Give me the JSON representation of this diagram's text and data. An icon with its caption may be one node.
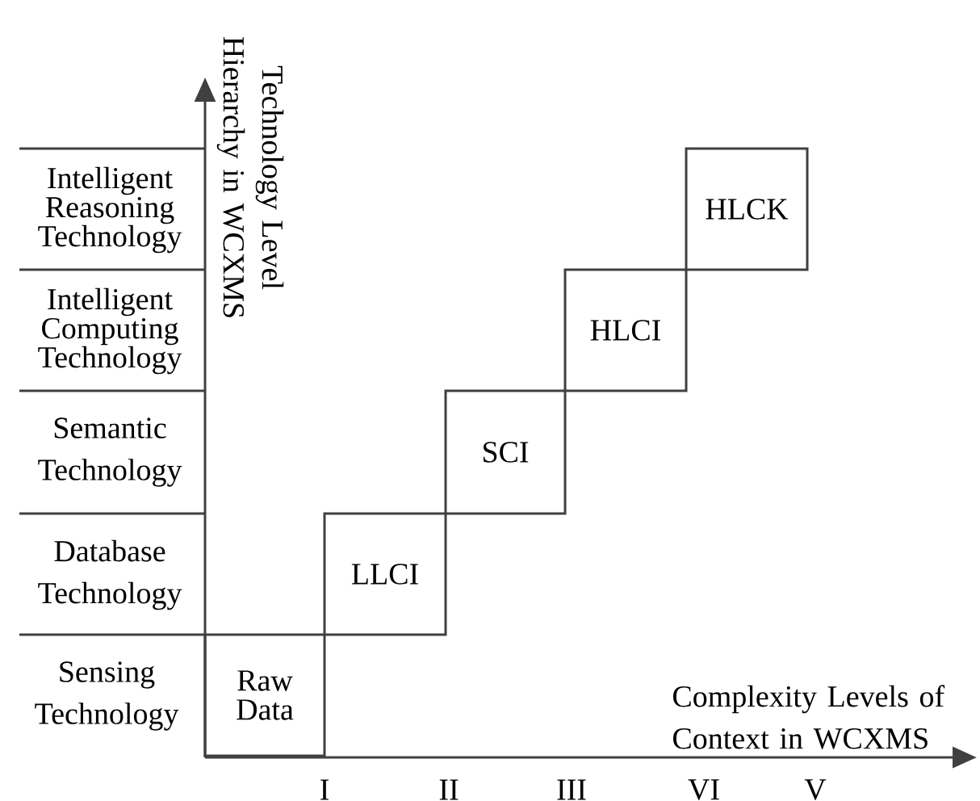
{
  "diagram": {
    "nodes": [
      {
        "text": [
          "Raw Data"
        ]
      },
      {
        "text": [
          "LLCI"
        ]
      },
      {
        "text": [
          "SCI"
        ]
      },
      {
        "text": [
          "HLCI"
        ]
      },
      {
        "text": [
          "HLCK"
        ]
      }
    ],
    "labels": [
      "Technology Level Hierarchy in WCXMS",
      "Intelligent Reasoning Technology",
      "Intelligent Computing Technology",
      "Semantic Technology",
      "Database Technology",
      "Sensing Technology",
      "Complexity Levels of Context in WCXMS",
      "I",
      "II",
      "III",
      "VI",
      "V"
    ]
  }
}
